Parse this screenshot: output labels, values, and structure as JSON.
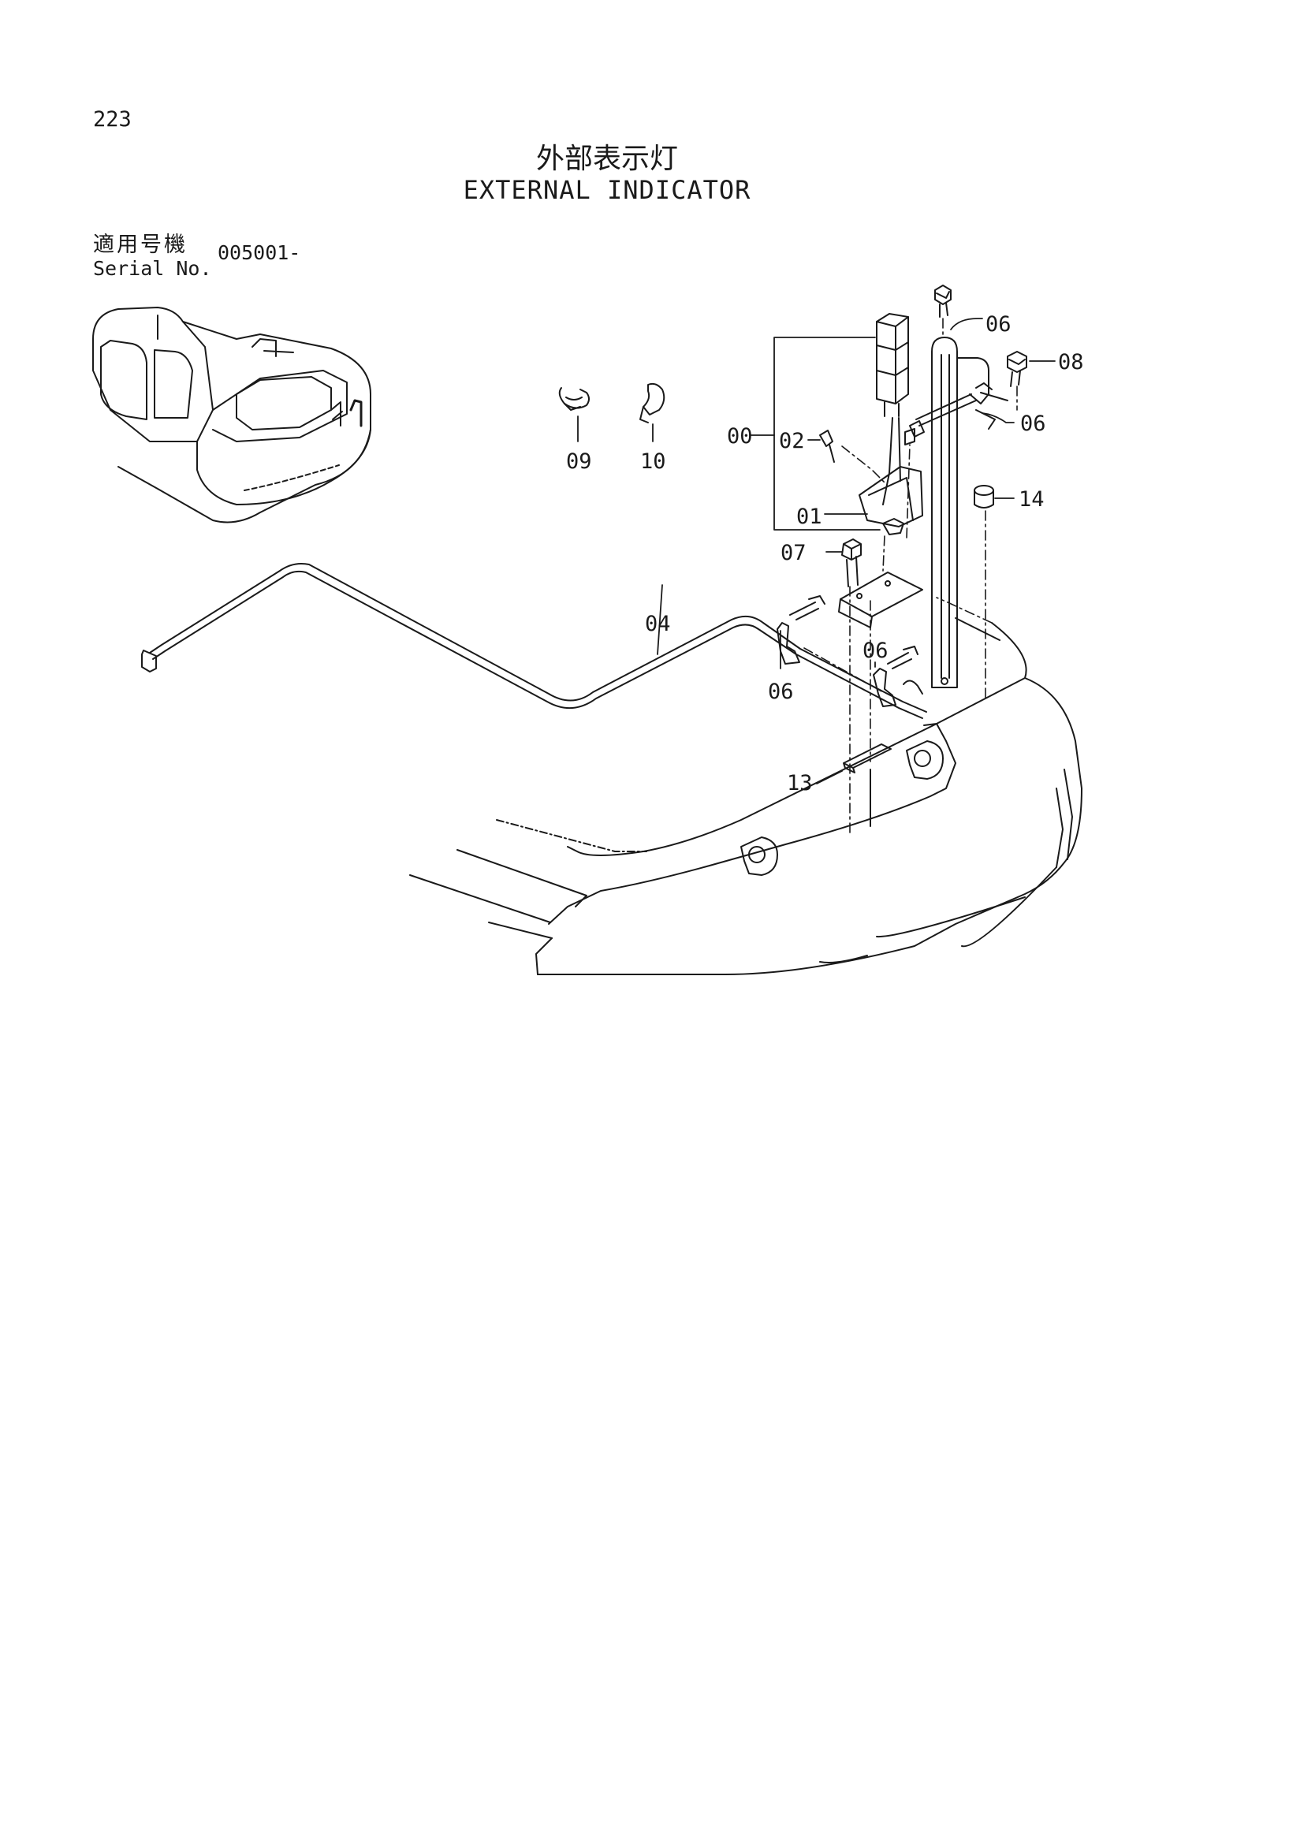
{
  "page": {
    "number": "223"
  },
  "title": {
    "japanese": "外部表示灯",
    "english": "EXTERNAL INDICATOR"
  },
  "applicability": {
    "label_japanese": "適用号機",
    "label_english": "Serial No.",
    "serial_range": "005001-"
  },
  "callouts": {
    "c00": "00",
    "c01": "01",
    "c02": "02",
    "c04": "04",
    "c06a": "06",
    "c06b": "06",
    "c06c": "06",
    "c06d": "06",
    "c07": "07",
    "c08": "08",
    "c09": "09",
    "c10": "10",
    "c13": "13",
    "c14": "14"
  }
}
